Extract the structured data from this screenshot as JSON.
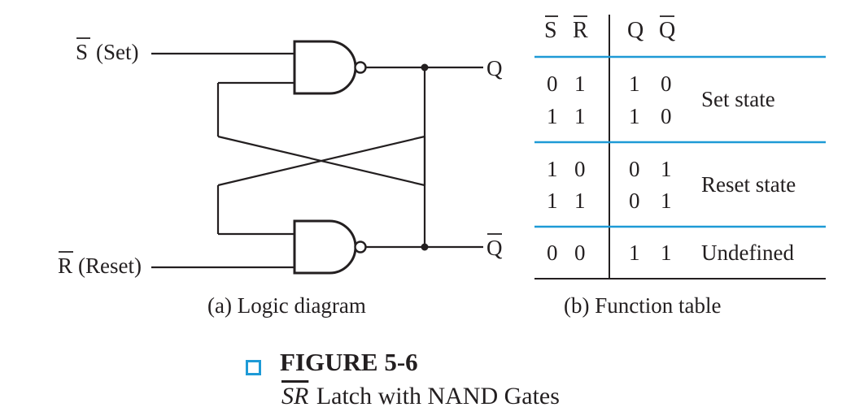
{
  "diagram": {
    "inputs": {
      "set": {
        "letter": "S",
        "name": "(Set)"
      },
      "reset": {
        "letter": "R",
        "name": "(Reset)"
      }
    },
    "outputs": {
      "q": "Q",
      "q_bar": "Q"
    },
    "caption": "(a) Logic diagram"
  },
  "function_table": {
    "headers": [
      "S",
      "R",
      "Q",
      "Q"
    ],
    "groups": [
      {
        "label": "Set state",
        "rows": [
          [
            "0",
            "1",
            "1",
            "0"
          ],
          [
            "1",
            "1",
            "1",
            "0"
          ]
        ]
      },
      {
        "label": "Reset state",
        "rows": [
          [
            "1",
            "0",
            "0",
            "1"
          ],
          [
            "1",
            "1",
            "0",
            "1"
          ]
        ]
      },
      {
        "label": "Undefined",
        "rows": [
          [
            "0",
            "0",
            "1",
            "1"
          ]
        ]
      }
    ],
    "caption": "(b) Function table",
    "colors": {
      "rule": "#1e9ad6",
      "text": "#231f20"
    }
  },
  "figure": {
    "number": "FIGURE 5-6",
    "title_symbol": "SR",
    "title_text": "Latch with NAND Gates",
    "accent": "#1e9ad6"
  }
}
